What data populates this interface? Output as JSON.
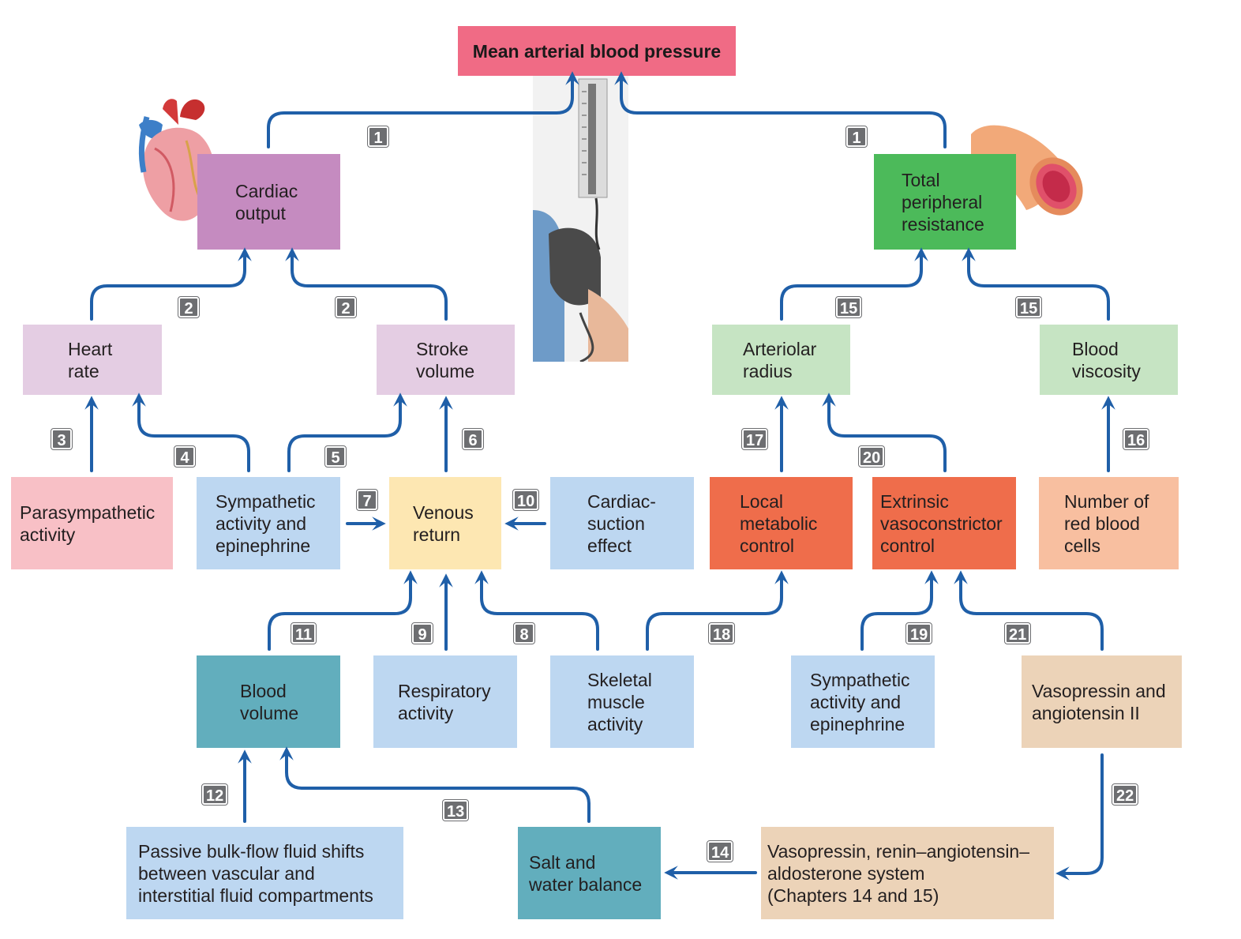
{
  "colors": {
    "arrow": "#1f5fa8",
    "badge": "#6d6e71",
    "map_pink": "#f06b85",
    "purple": "#c58bc0",
    "lavender": "#e4cde3",
    "green": "#4cba5a",
    "light_green": "#c6e4c3",
    "light_pink": "#f8c0c6",
    "light_blue": "#bdd7f1",
    "yellow": "#fde7b2",
    "orange_red": "#ef6d4b",
    "salmon": "#f8bfa0",
    "teal": "#62aebd",
    "beige": "#ecd3b8"
  },
  "boxes": {
    "map": "Mean arterial blood pressure",
    "cardiac_output": "Cardiac\noutput",
    "tpr": "Total\nperipheral\nresistance",
    "heart_rate": "Heart\nrate",
    "stroke_volume": "Stroke\nvolume",
    "arteriolar_radius": "Arteriolar\nradius",
    "blood_viscosity": "Blood\nviscosity",
    "parasympathetic": "Parasympathetic\nactivity",
    "sympathetic_1": "Sympathetic\nactivity and\nepinephrine",
    "venous_return": "Venous\nreturn",
    "cardiac_suction": "Cardiac-\nsuction\neffect",
    "local_metabolic": "Local\nmetabolic\ncontrol",
    "extrinsic": "Extrinsic\nvasoconstrictor\ncontrol",
    "rbc": "Number of\nred blood\ncells",
    "blood_volume": "Blood\nvolume",
    "respiratory": "Respiratory\nactivity",
    "skeletal": "Skeletal\nmuscle\nactivity",
    "sympathetic_2": "Sympathetic\nactivity and\nepinephrine",
    "vasopressin_ang": "Vasopressin and\nangiotensin II",
    "passive_bulk": "Passive bulk-flow fluid shifts\nbetween vascular and\ninterstitial fluid compartments",
    "salt_water": "Salt and\nwater balance",
    "raas": "Vasopressin, renin–angiotensin–\naldosterone system\n(Chapters 14 and 15)"
  },
  "badges": {
    "b1a": "1",
    "b1b": "1",
    "b2a": "2",
    "b2b": "2",
    "b3": "3",
    "b4": "4",
    "b5": "5",
    "b6": "6",
    "b7": "7",
    "b8": "8",
    "b9": "9",
    "b10": "10",
    "b11": "11",
    "b12": "12",
    "b13": "13",
    "b14": "14",
    "b15a": "15",
    "b15b": "15",
    "b16": "16",
    "b17": "17",
    "b18": "18",
    "b19": "19",
    "b20": "20",
    "b21": "21",
    "b22": "22"
  },
  "icons": {
    "heart": "heart-illustration-icon",
    "sphygmomanometer": "blood-pressure-cuff-icon",
    "vessel": "blood-vessel-icon"
  }
}
